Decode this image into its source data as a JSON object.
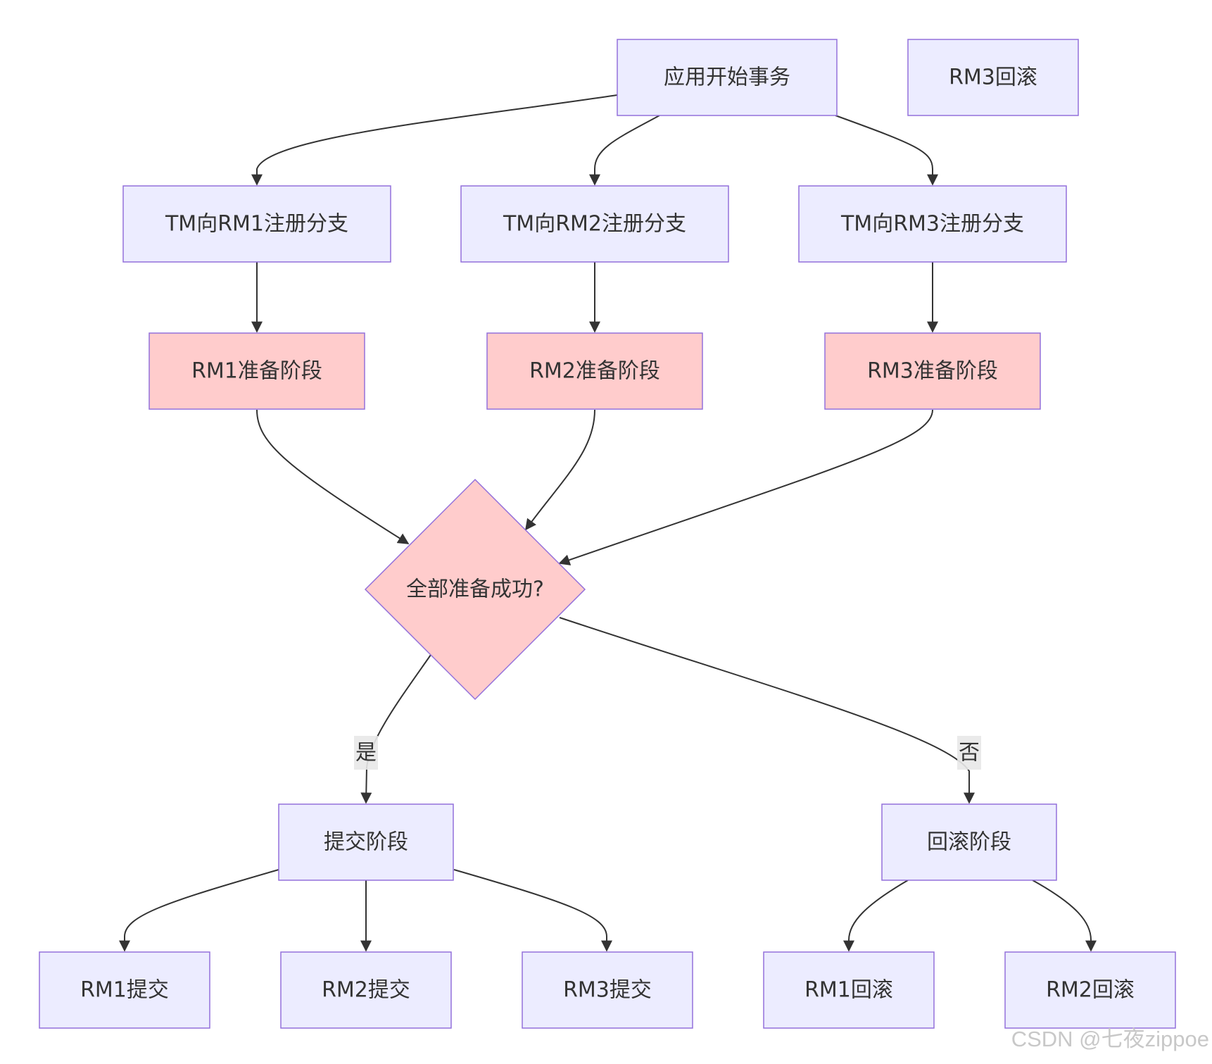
{
  "diagram": {
    "nodes": {
      "app_start": "应用开始事务",
      "rm3_rollback_top": "RM3回滚",
      "tm_rm1": "TM向RM1注册分支",
      "tm_rm2": "TM向RM2注册分支",
      "tm_rm3": "TM向RM3注册分支",
      "rm1_prepare": "RM1准备阶段",
      "rm2_prepare": "RM2准备阶段",
      "rm3_prepare": "RM3准备阶段",
      "decision": "全部准备成功?",
      "commit_phase": "提交阶段",
      "rollback_phase": "回滚阶段",
      "rm1_commit": "RM1提交",
      "rm2_commit": "RM2提交",
      "rm3_commit": "RM3提交",
      "rm1_rollback": "RM1回滚",
      "rm2_rollback": "RM2回滚"
    },
    "edge_labels": {
      "yes": "是",
      "no": "否"
    },
    "colors": {
      "node_fill": "#ececff",
      "prepare_fill": "#ffcccc",
      "border": "#9370db",
      "edge": "#333333"
    }
  },
  "watermark": "CSDN @七夜zippoe"
}
